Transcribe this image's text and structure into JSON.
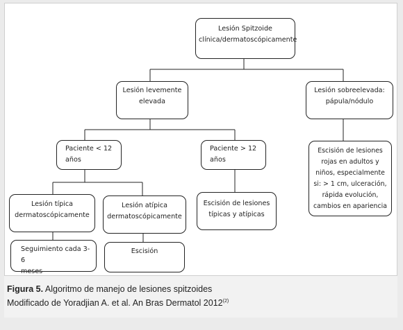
{
  "diagram": {
    "root": "Lesión Spitzoide\nclínica/dermatoscópicamente",
    "slightly_raised": "Lesión levemente\nelevada",
    "raised": "Lesión sobreelevada:\npápula/nódulo",
    "patient_under_12": "Paciente < 12\naños",
    "patient_over_12": "Paciente > 12\naños",
    "raised_action": "Escisión de lesiones\nrojas en adultos y\nniños, especialmente\nsi: > 1 cm, ulceración,\nrápida evolución,\ncambios en apariencia",
    "typical": "Lesión típica\ndermatoscópicamente",
    "atypical": "Lesión atípica\ndermatoscópicamente",
    "over12_action": "Escisión de lesiones\ntípicas y atípicas",
    "typical_action": "Seguimiento cada 3-6\nmeses",
    "atypical_action": "Escisión"
  },
  "caption": {
    "figure_label": "Figura 5.",
    "title": " Algoritmo de manejo de lesiones spitzoides",
    "source": "Modificado de Yoradjian A. et al. An Bras Dermatol 2012",
    "ref": "(2)"
  }
}
